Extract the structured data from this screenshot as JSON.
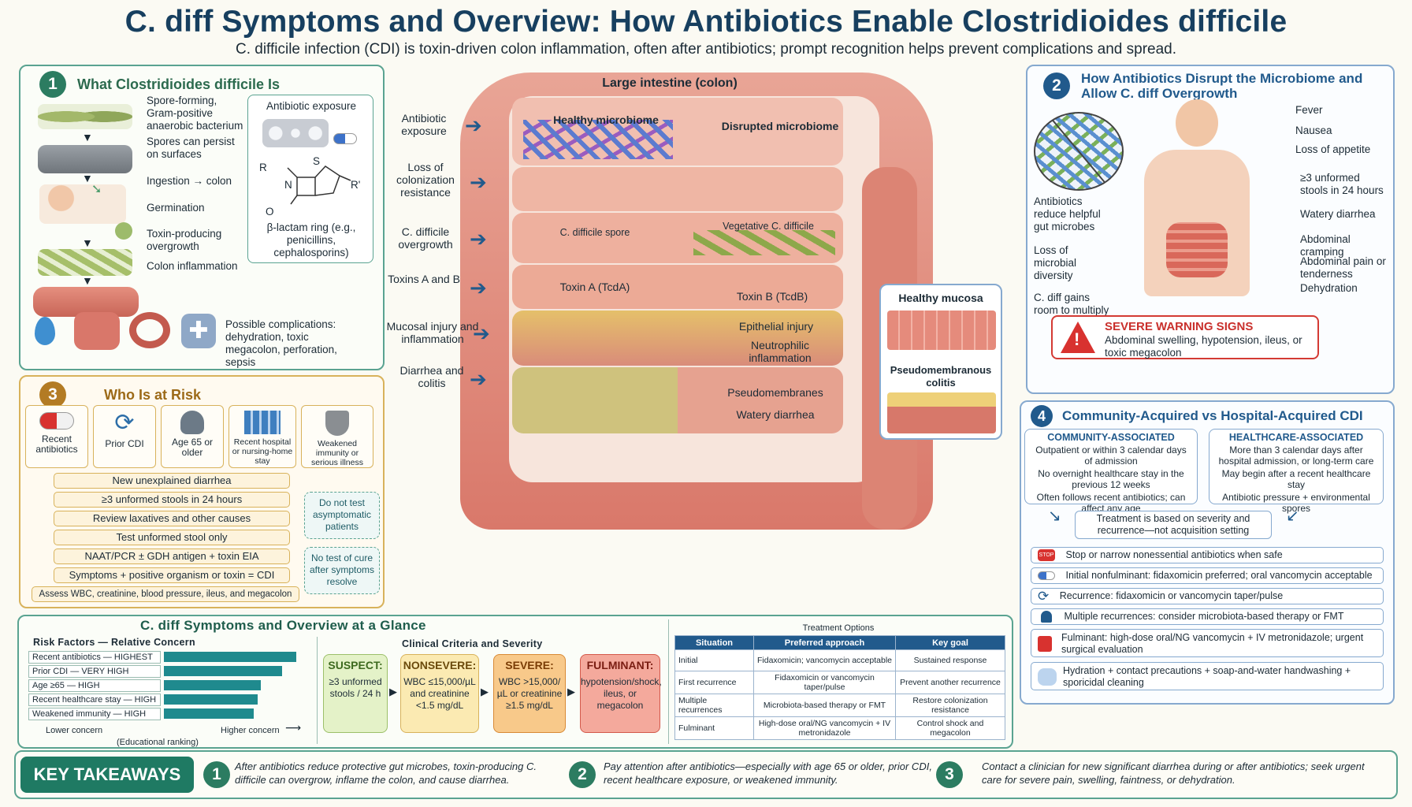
{
  "header": {
    "title": "C. diff Symptoms and Overview: How Antibiotics Enable Clostridioides difficile",
    "subtitle": "C. difficile infection (CDI) is toxin-driven colon inflammation, often after antibiotics; prompt recognition helps prevent complications and spread."
  },
  "p1": {
    "num": "1",
    "title": "What Clostridioides difficile Is",
    "items": [
      "Spore-forming, Gram-positive anaerobic bacterium",
      "Spores can persist on surfaces",
      "Ingestion → colon",
      "Germination",
      "Toxin-producing overgrowth",
      "Colon inflammation"
    ],
    "abx_title": "Antibiotic exposure",
    "beta": "β-lactam ring (e.g., penicillins, cephalosporins)",
    "r1": "R",
    "r2": "R'",
    "n": "N",
    "s": "S",
    "o": "O",
    "complications": "Possible complications: dehydration, toxic megacolon, perforation, sepsis"
  },
  "p3": {
    "num": "3",
    "title": "Who Is at Risk",
    "cards": [
      "Recent antibiotics",
      "Prior CDI",
      "Age 65 or older",
      "Recent hospital or nursing-home stay",
      "Weakened immunity or serious illness"
    ],
    "steps": [
      "New unexplained diarrhea",
      "≥3 unformed stools in 24 hours",
      "Review laxatives and other causes",
      "Test unformed stool only",
      "NAAT/PCR ± GDH antigen + toxin EIA",
      "Symptoms + positive organism or toxin = CDI",
      "Assess WBC, creatinine, blood pressure, ileus, and megacolon"
    ],
    "note1": "Do not test asymptomatic patients",
    "note2": "No test of cure after symptoms resolve"
  },
  "colon": {
    "title": "Large intestine (colon)",
    "left": [
      "Antibiotic exposure",
      "Loss of colonization resistance",
      "C. difficile overgrowth",
      "Toxins A and B",
      "Mucosal injury and inflammation",
      "Diarrhea and colitis"
    ],
    "inner": [
      "Healthy microbiome",
      "Disrupted microbiome",
      "C. difficile spore",
      "Vegetative C. difficile",
      "Toxin A (TcdA)",
      "Toxin B (TcdB)",
      "Epithelial injury",
      "Neutrophilic inflammation",
      "Pseudomembranes",
      "Watery diarrhea"
    ],
    "mucosa_a": "Healthy mucosa",
    "mucosa_b": "Pseudomembranous colitis"
  },
  "p2": {
    "num": "2",
    "title": "How Antibiotics Disrupt the Microbiome and Allow C. diff Overgrowth",
    "left": [
      "Antibiotics reduce helpful gut microbes",
      "Loss of microbial diversity",
      "C. diff gains room to multiply"
    ],
    "symptoms": [
      "Fever",
      "Nausea",
      "Loss of appetite",
      "≥3 unformed stools in 24 hours",
      "Watery diarrhea",
      "Abdominal cramping",
      "Abdominal pain or tenderness",
      "Dehydration"
    ],
    "warn_title": "SEVERE WARNING SIGNS",
    "warn_text": "Abdominal swelling, hypotension, ileus, or toxic megacolon"
  },
  "p4": {
    "num": "4",
    "title": "Community-Acquired vs Hospital-Acquired CDI",
    "ca_title": "COMMUNITY-ASSOCIATED",
    "ca": [
      "Outpatient or within 3 calendar days of admission",
      "No overnight healthcare stay in the previous 12 weeks",
      "Often follows recent antibiotics; can affect any age"
    ],
    "ha_title": "HEALTHCARE-ASSOCIATED",
    "ha": [
      "More than 3 calendar days after hospital admission, or long-term care",
      "May begin after a recent healthcare stay",
      "Antibiotic pressure + environmental spores"
    ],
    "basis": "Treatment is based on severity and recurrence—not acquisition setting",
    "stop": "STOP",
    "rows": [
      "Stop or narrow nonessential antibiotics when safe",
      "Initial nonfulminant: fidaxomicin preferred; oral vancomycin acceptable",
      "Recurrence: fidaxomicin or vancomycin taper/pulse",
      "Multiple recurrences: consider microbiota-based therapy or FMT",
      "Fulminant: high-dose oral/NG vancomycin + IV metronidazole; urgent surgical evaluation",
      "Hydration + contact precautions + soap-and-water handwashing + sporicidal cleaning"
    ]
  },
  "glance": {
    "title": "C. diff Symptoms and Overview at a Glance",
    "risk_title": "Risk Factors — Relative Concern",
    "risks": [
      {
        "label": "Recent antibiotics — HIGHEST",
        "value": 1.0
      },
      {
        "label": "Prior CDI — VERY HIGH",
        "value": 0.89
      },
      {
        "label": "Age ≥65 — HIGH",
        "value": 0.73
      },
      {
        "label": "Recent healthcare stay — HIGH",
        "value": 0.71
      },
      {
        "label": "Weakened immunity — HIGH",
        "value": 0.68
      }
    ],
    "low": "Lower concern",
    "high": "Higher concern",
    "edu": "(Educational ranking)",
    "crit_title": "Clinical Criteria and Severity",
    "sev": [
      {
        "name": "SUSPECT:",
        "text": "≥3 unformed stools / 24 h"
      },
      {
        "name": "NONSEVERE:",
        "text": "WBC ≤15,000/µL and creatinine <1.5 mg/dL"
      },
      {
        "name": "SEVERE:",
        "text": "WBC >15,000/µL or creatinine ≥1.5 mg/dL"
      },
      {
        "name": "FULMINANT:",
        "text": "hypotension/shock, ileus, or megacolon"
      }
    ],
    "tx_title": "Treatment Options",
    "tx_head": [
      "Situation",
      "Preferred approach",
      "Key goal"
    ],
    "tx_rows": [
      [
        "Initial",
        "Fidaxomicin; vancomycin acceptable",
        "Sustained response"
      ],
      [
        "First recurrence",
        "Fidaxomicin or vancomycin taper/pulse",
        "Prevent another recurrence"
      ],
      [
        "Multiple recurrences",
        "Microbiota-based therapy or FMT",
        "Restore colonization resistance"
      ],
      [
        "Fulminant",
        "High-dose oral/NG vancomycin + IV metronidazole",
        "Control shock and megacolon"
      ]
    ]
  },
  "key": {
    "label": "KEY TAKEAWAYS",
    "items": [
      {
        "n": "1",
        "t": "After antibiotics reduce protective gut microbes, toxin-producing C. difficile can overgrow, inflame the colon, and cause diarrhea."
      },
      {
        "n": "2",
        "t": "Pay attention after antibiotics—especially with age 65 or older, prior CDI, recent healthcare exposure, or weakened immunity."
      },
      {
        "n": "3",
        "t": "Contact a clinician for new significant diarrhea during or after antibiotics; seek urgent care for severe pain, swelling, faintness, or dehydration."
      }
    ]
  }
}
